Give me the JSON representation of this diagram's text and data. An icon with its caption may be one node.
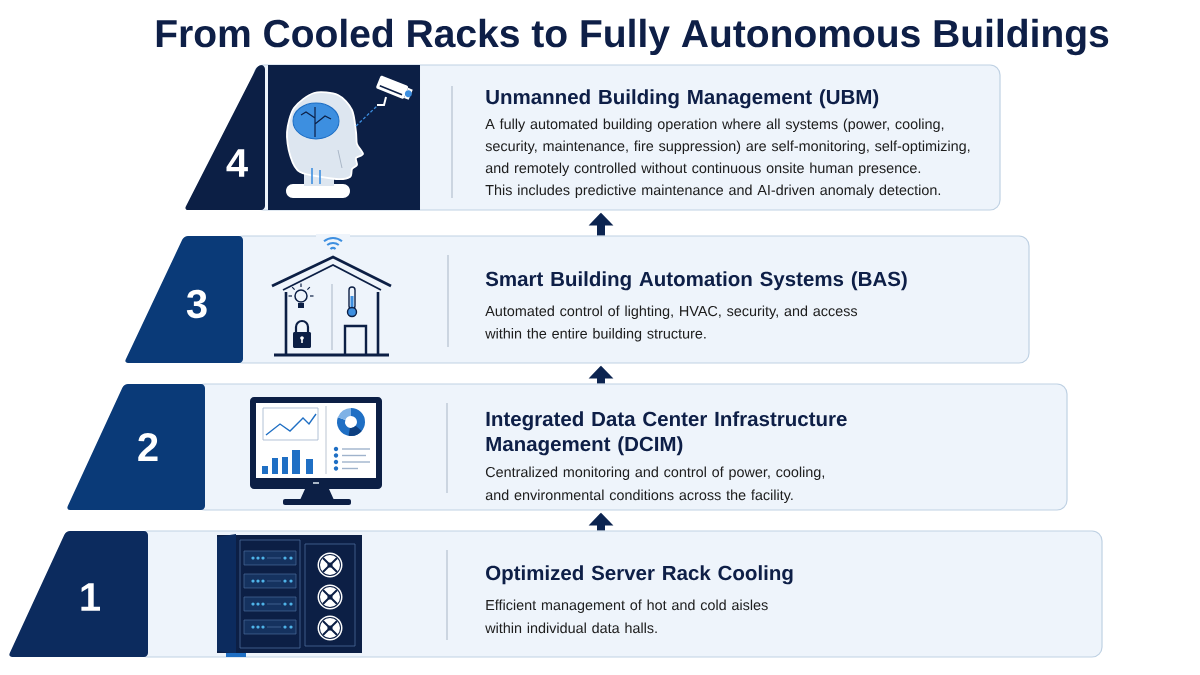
{
  "diagram": {
    "title": "From Cooled Racks to Fully Autonomous Buildings",
    "nodes": [
      {
        "text": [
          "4"
        ]
      },
      {
        "text": [
          "Unmanned Building Management (UBM)",
          "A fully automated building operation where all systems (power, cooling, security, maintenance, fire suppression) are self-monitoring, self-optimizing, and remotely controlled without continuous onsite human presence.",
          "This includes predictive maintenance and AI-driven anomaly detection."
        ]
      },
      {
        "text": [
          "3"
        ]
      },
      {
        "text": [
          "Smart Building Automation Systems (BAS)",
          "Automated control of lighting, HVAC, security, and access within the entire building structure."
        ]
      },
      {
        "text": [
          "2"
        ]
      },
      {
        "text": [
          "Integrated Data Center Infrastructure Management (DCIM)",
          "Centralized monitoring and control of power, cooling, and environmental conditions across the facility."
        ]
      },
      {
        "text": [
          "1"
        ]
      },
      {
        "text": [
          "Optimized Server Rack Cooling",
          "Efficient management of hot and cold aisles within individual data halls."
        ]
      }
    ],
    "edges": [
      {
        "from": 3,
        "to": 1,
        "arrow": "to"
      },
      {
        "from": 5,
        "to": 3,
        "arrow": "to"
      },
      {
        "from": 7,
        "to": 5,
        "arrow": "to"
      }
    ]
  }
}
